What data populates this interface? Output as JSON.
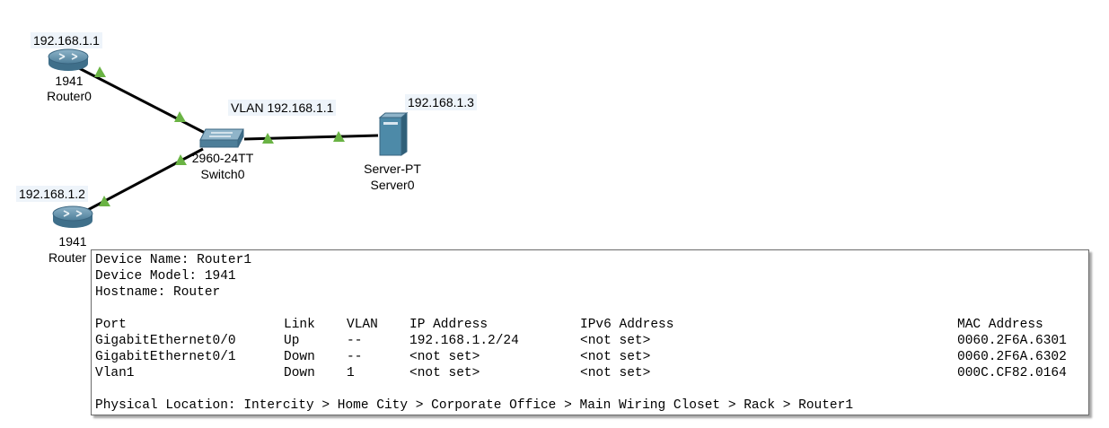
{
  "topology": {
    "router0": {
      "ip": "192.168.1.1",
      "model": "1941",
      "name": "Router0"
    },
    "router1": {
      "ip": "192.168.1.2",
      "model": "1941",
      "name": "Router"
    },
    "switch0": {
      "vlan_label": "VLAN 192.168.1.1",
      "model": "2960-24TT",
      "name": "Switch0"
    },
    "server0": {
      "ip": "192.168.1.3",
      "model": "Server-PT",
      "name": "Server0"
    },
    "link_up_color": "#6ab344"
  },
  "tooltip": {
    "device_name": "Device Name: Router1",
    "device_model": "Device Model: 1941",
    "hostname": "Hostname: Router",
    "headers": {
      "port": "Port",
      "link": "Link",
      "vlan": "VLAN",
      "ip": "IP Address",
      "ipv6": "IPv6 Address",
      "mac": "MAC Address"
    },
    "rows": [
      {
        "port": "GigabitEthernet0/0",
        "link": "Up",
        "vlan": "--",
        "ip": "192.168.1.2/24",
        "ipv6": "<not set>",
        "mac": "0060.2F6A.6301"
      },
      {
        "port": "GigabitEthernet0/1",
        "link": "Down",
        "vlan": "--",
        "ip": "<not set>",
        "ipv6": "<not set>",
        "mac": "0060.2F6A.6302"
      },
      {
        "port": "Vlan1",
        "link": "Down",
        "vlan": "1",
        "ip": "<not set>",
        "ipv6": "<not set>",
        "mac": "000C.CF82.0164"
      }
    ],
    "physical_location": "Physical Location: Intercity > Home City > Corporate Office > Main Wiring Closet > Rack > Router1"
  }
}
